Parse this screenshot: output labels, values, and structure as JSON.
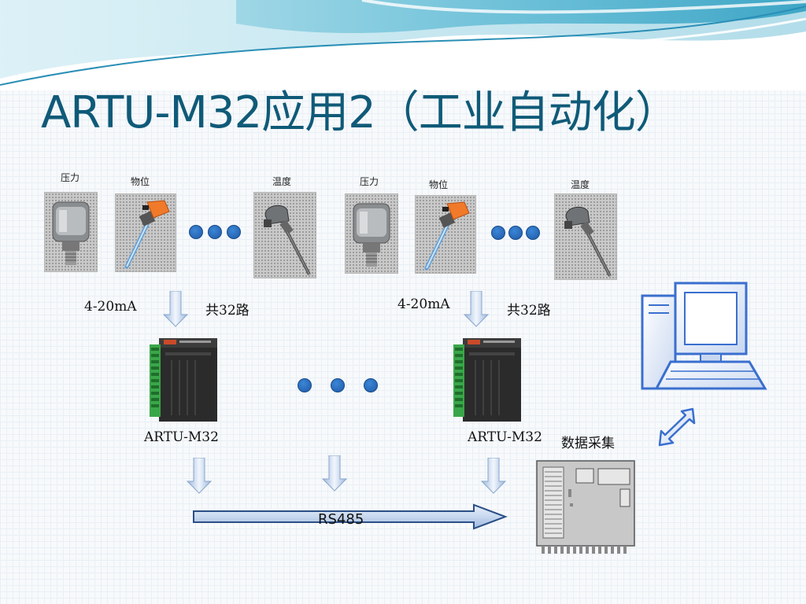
{
  "slide": {
    "title": "ARTU-M32应用2（工业自动化）",
    "sensors_left": {
      "pressure_label": "压力",
      "level_label": "物位",
      "temperature_label": "温度"
    },
    "sensors_right": {
      "pressure_label": "压力",
      "level_label": "物位",
      "temperature_label": "温度"
    },
    "left_branch": {
      "signal_label": "4-20mA",
      "channels_label": "共32路",
      "device_label": "ARTU-M32"
    },
    "right_branch": {
      "signal_label": "4-20mA",
      "channels_label": "共32路",
      "device_label": "ARTU-M32"
    },
    "bus_label": "RS485",
    "acquisition_label": "数据采集"
  },
  "colors": {
    "title": "#0f5a78",
    "dots": "#1f5aa8",
    "arrow_fill": "#d6e4f5",
    "device_dark": "#2a2a2a",
    "terminal_green": "#3aa64a",
    "computer_blue": "#3a6fcf"
  },
  "icons": [
    "pressure-sensor",
    "level-sensor",
    "temperature-sensor",
    "io-module",
    "computer",
    "data-board",
    "double-arrow"
  ]
}
